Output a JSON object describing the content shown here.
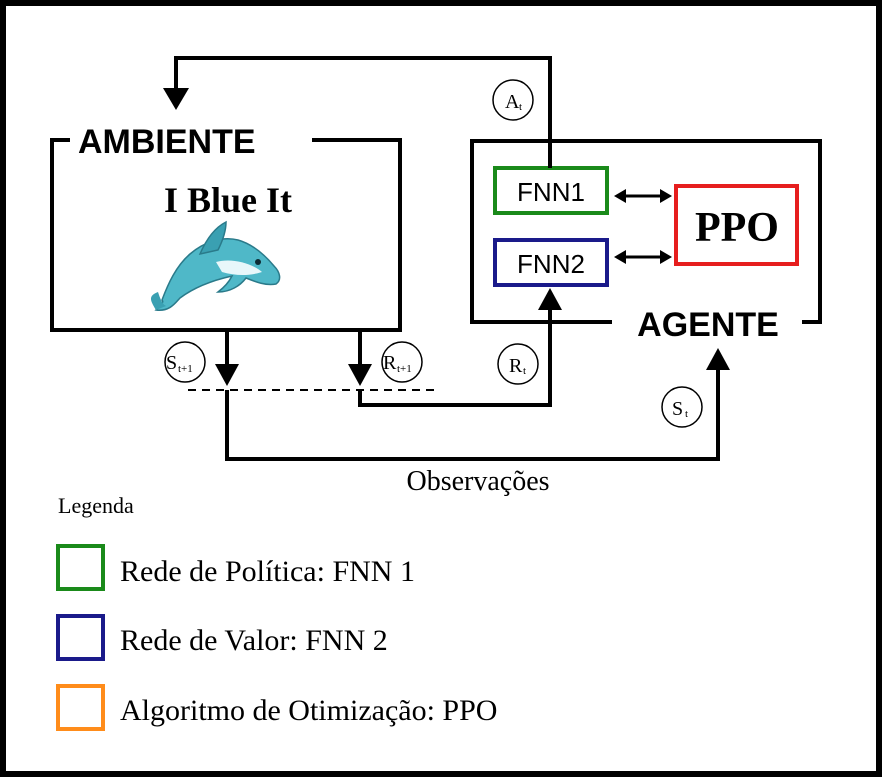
{
  "ambiente": {
    "title": "AMBIENTE",
    "game": "I Blue It"
  },
  "agente": {
    "title": "AGENTE"
  },
  "boxes": {
    "fnn1": "FNN1",
    "fnn2": "FNN2",
    "ppo": "PPO"
  },
  "signals": {
    "action": {
      "base": "A",
      "sub": "t"
    },
    "reward": {
      "base": "R",
      "sub": "t"
    },
    "state": {
      "base": "S",
      "sub": "t"
    },
    "next_state": {
      "base": "S",
      "sub": "t+1"
    },
    "next_reward": {
      "base": "R",
      "sub": "t+1"
    }
  },
  "observations_label": "Observações",
  "legend": {
    "title": "Legenda",
    "items": [
      {
        "label": "Rede de Política: FNN 1",
        "color": "#1a8a1a"
      },
      {
        "label": "Rede de Valor: FNN 2",
        "color": "#1a1a8a"
      },
      {
        "label": "Algoritmo de Otimização: PPO",
        "color": "#ff8c1a"
      }
    ]
  },
  "colors": {
    "fnn1_border": "#1a8a1a",
    "fnn2_border": "#1a1a8a",
    "ppo_border": "#e61e1e",
    "dolphin": "#4fb8c8"
  },
  "icons": {
    "dolphin": "dolphin-icon"
  }
}
